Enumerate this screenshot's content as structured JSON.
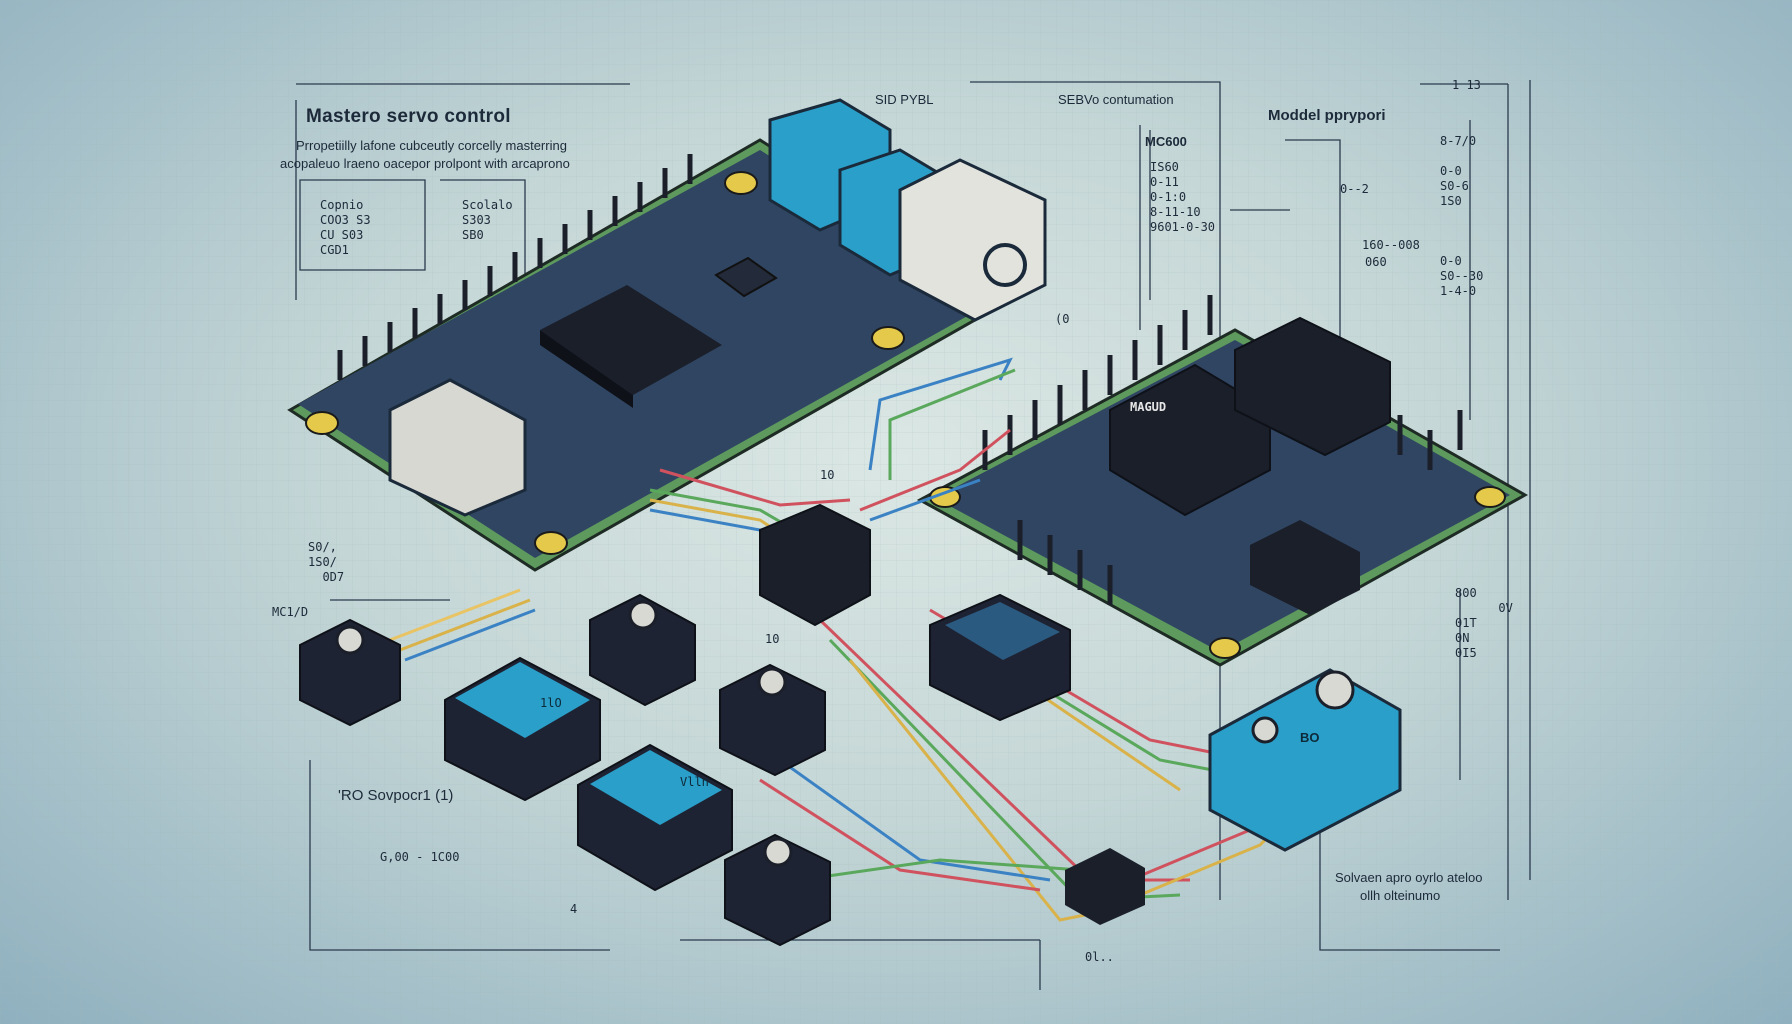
{
  "header": {
    "title": "Mastero servo control",
    "subtitle_line1": "Prropetiilly lafone cubceutly corcelly masterring",
    "subtitle_line2": "acopaleuo lraeno oacepor prolpont with arcaprono",
    "center_top": "SID PYBL",
    "center_title": "SEBVo contumation",
    "right_title": "Moddel pprypori",
    "far_right": "1 13"
  },
  "left_notes": {
    "box1": [
      "Copnio",
      "COO3 S3",
      "CU S03",
      "CGD1"
    ],
    "box2": [
      "Scolalo",
      "S303",
      "SB0"
    ]
  },
  "center_notes": {
    "chip_label": "MC600",
    "lines": [
      "IS60",
      "0-11",
      "0-1:0",
      "8-11-10",
      "9601-0-30"
    ],
    "mark": "(0"
  },
  "right_notes": {
    "marker": "0--2",
    "pin_label": "160--008",
    "pin_label2": "060",
    "col": [
      "8-7/0",
      "0-0",
      "S0-6",
      "1S0",
      "0-0",
      "S0--30",
      "1-4-0"
    ]
  },
  "misc": {
    "mid_label": "10",
    "mid_label2": "10",
    "left_small": [
      "S0/,",
      "1S0/",
      "0D7"
    ],
    "left_small2": "MC1/D",
    "right_small": [
      "800",
      "0V",
      "01T",
      "0N",
      "0I5"
    ],
    "bottom_center": "0l..",
    "bottom_4": "4"
  },
  "footer_left": {
    "line1": "'RO Sovpocr1 (1)",
    "line2": "G,00 - 1C00"
  },
  "footer_right": {
    "line1": "Solvaen apro oyrlo ateloo",
    "line2": "ollh olteinumo"
  },
  "modules": {
    "servo_a_text": "1lO",
    "servo_b_text": "Vlln",
    "servo_c_text": "BO",
    "chip_text": "MAGUD"
  },
  "colors": {
    "pcb_blue": "#2f4562",
    "pcb_green": "#6aa86a",
    "chip_black": "#1b1f2a",
    "accent_cyan": "#2a9fc9",
    "wire_red": "#d0525e",
    "wire_yellow": "#d9b24a",
    "wire_green": "#5aa85c",
    "wire_blue": "#3b82c4"
  }
}
